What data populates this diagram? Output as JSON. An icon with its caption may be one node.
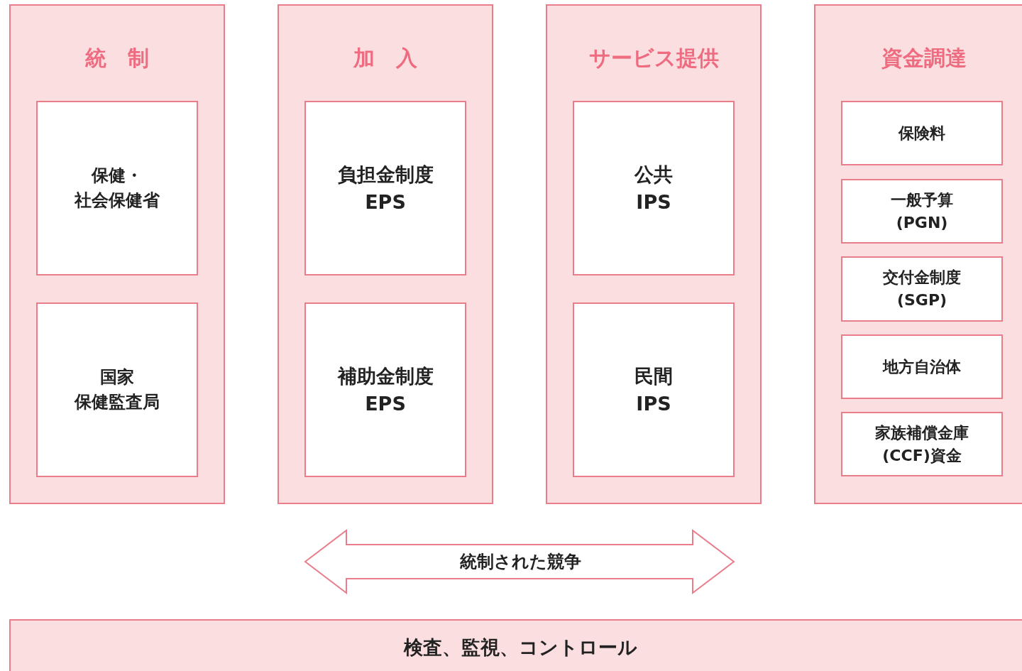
{
  "diagram": {
    "nodes": [
      {
        "text": [
          "統　制"
        ]
      },
      {
        "text": [
          "保健・社会保健省"
        ],
        "in": 0
      },
      {
        "text": [
          "国家保健監査局"
        ],
        "in": 0
      },
      {
        "text": [
          "加　入"
        ]
      },
      {
        "text": [
          "負担金制度EPS"
        ],
        "in": 3
      },
      {
        "text": [
          "補助金制度EPS"
        ],
        "in": 3
      },
      {
        "text": [
          "サービス提供"
        ]
      },
      {
        "text": [
          "公共IPS"
        ],
        "in": 6
      },
      {
        "text": [
          "民間IPS"
        ],
        "in": 6
      },
      {
        "text": [
          "資金調達"
        ]
      },
      {
        "text": [
          "保険料"
        ],
        "in": 9
      },
      {
        "text": [
          "一般予算(PGN)"
        ],
        "in": 9
      },
      {
        "text": [
          "交付金制度(SGP)"
        ],
        "in": 9
      },
      {
        "text": [
          "地方自治体"
        ],
        "in": 9
      },
      {
        "text": [
          "家族補償金庫(CCF)資金"
        ],
        "in": 9
      },
      {
        "text": [
          "統制された競争"
        ]
      },
      {
        "text": [
          "検査、監視、コントロール"
        ]
      }
    ]
  }
}
